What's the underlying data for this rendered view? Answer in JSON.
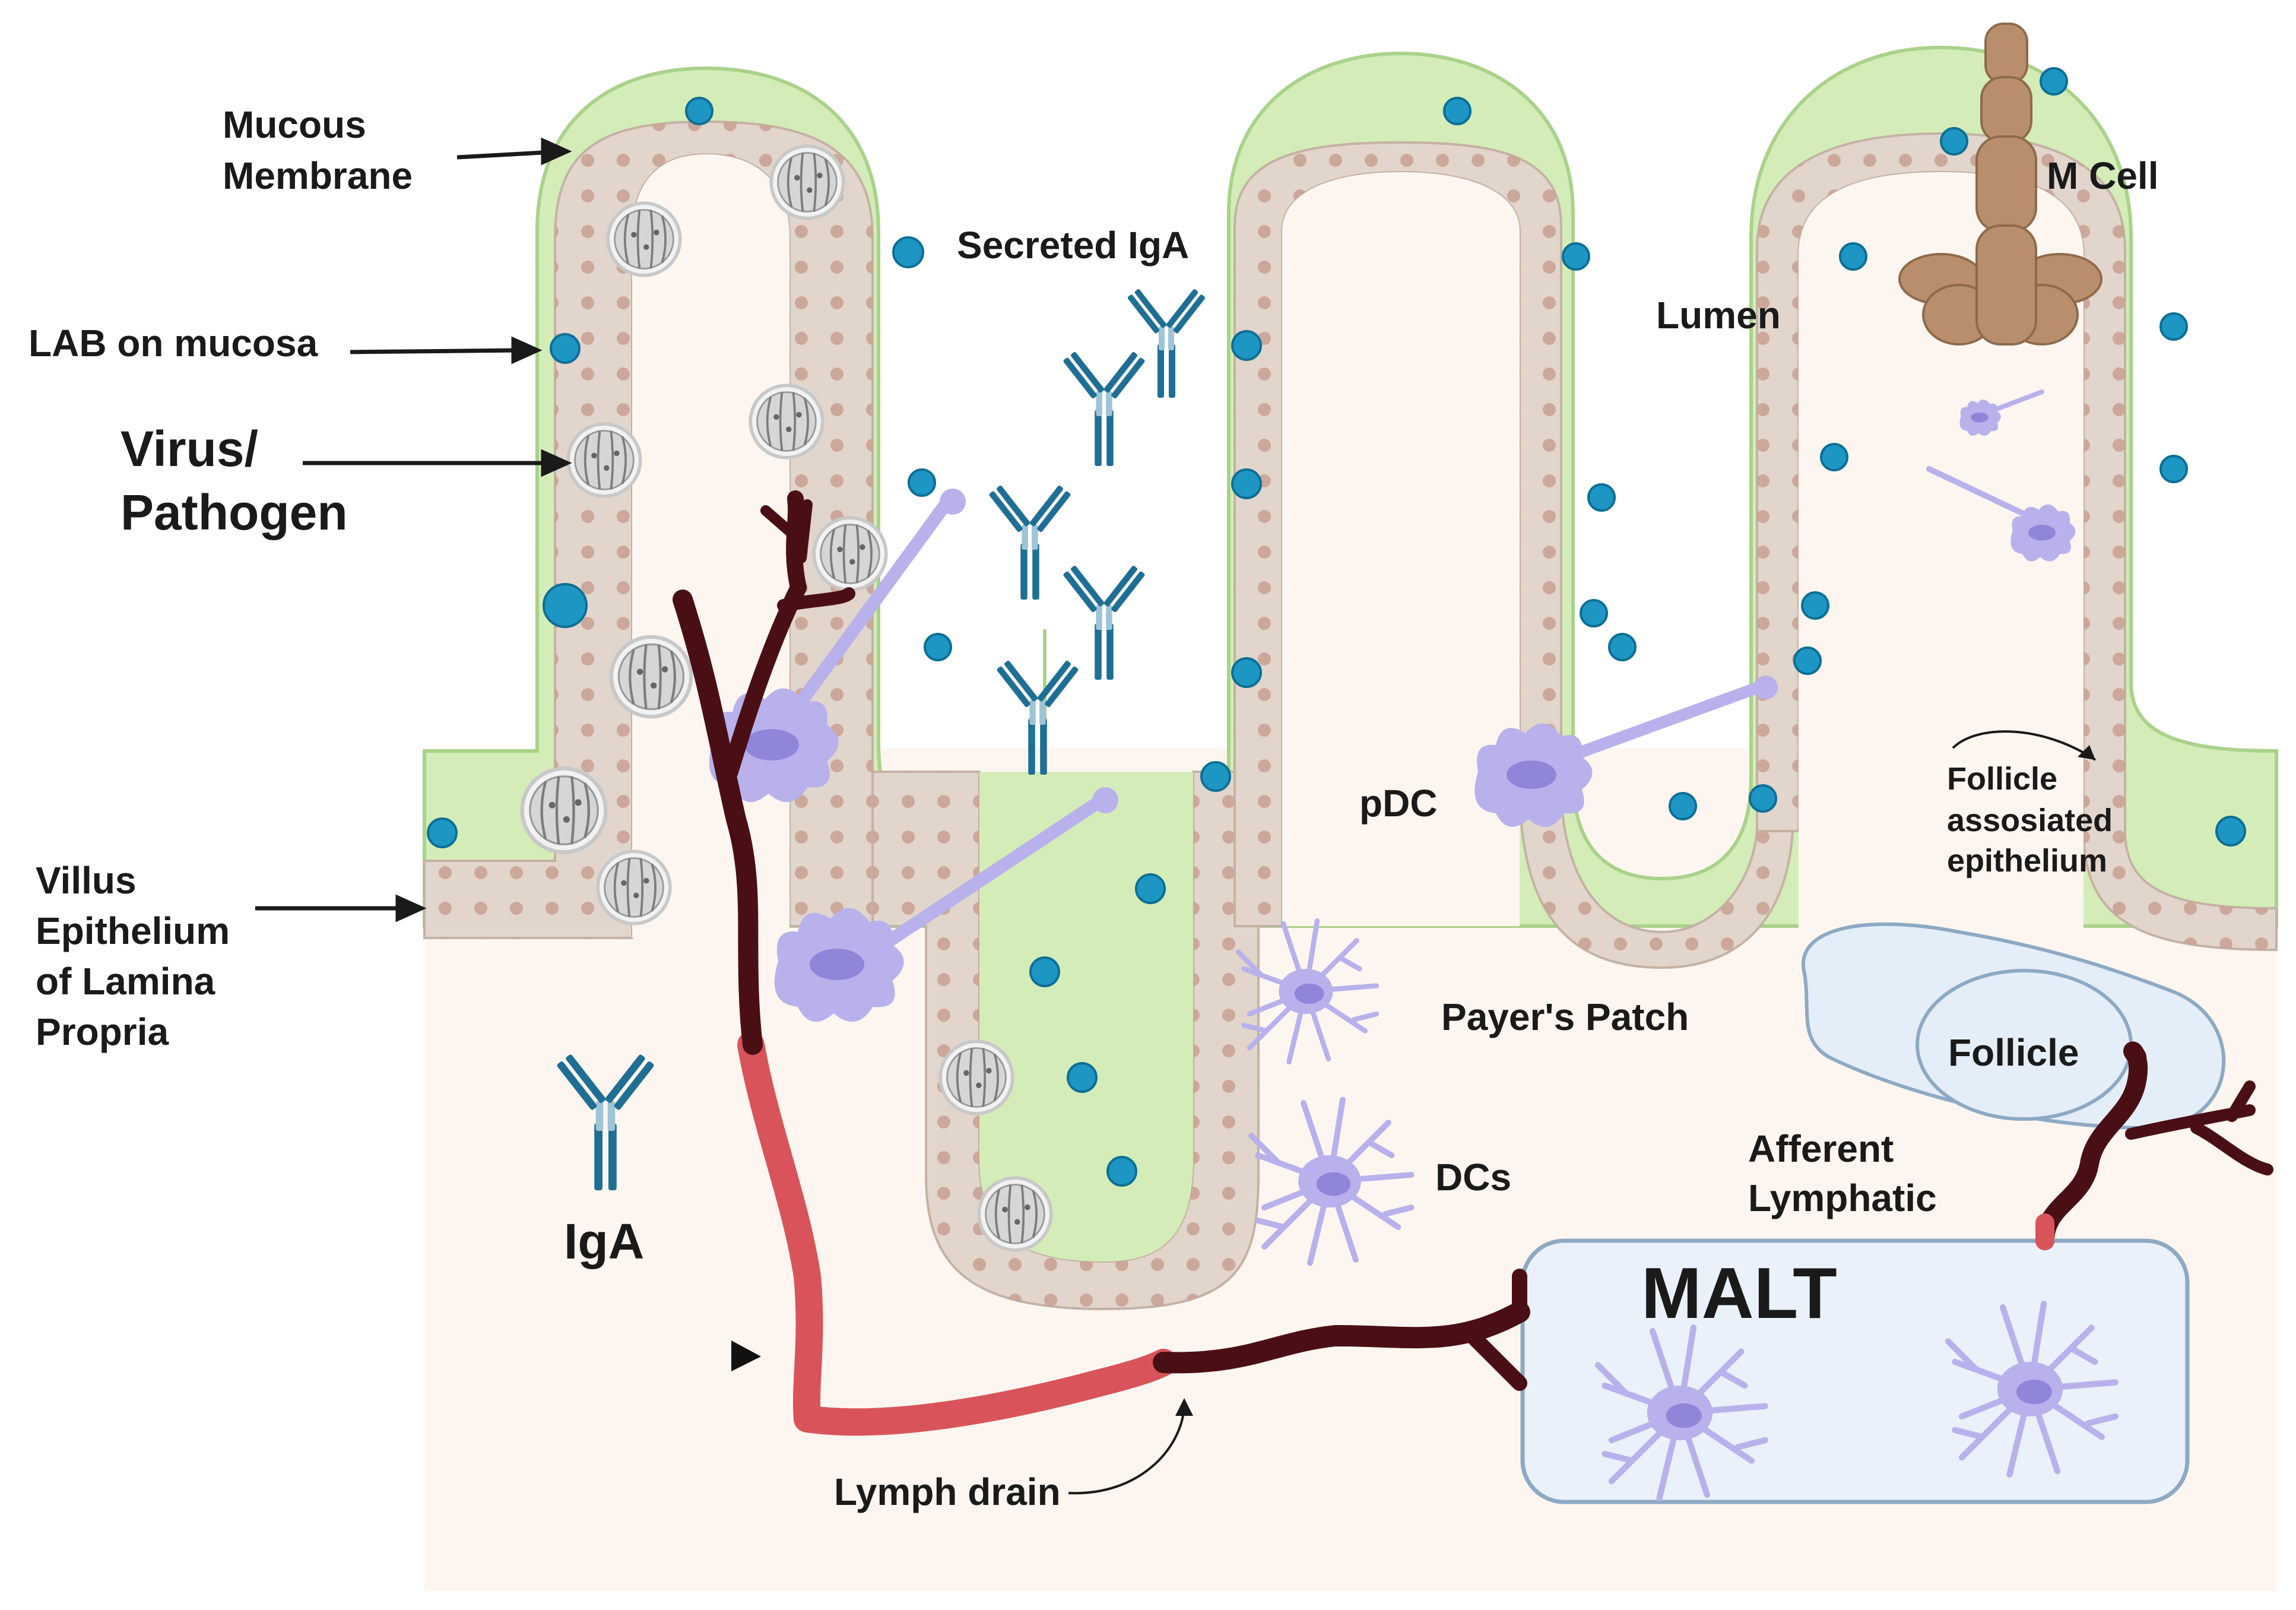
{
  "labels": {
    "mucous_membrane": [
      "Mucous",
      "Membrane"
    ],
    "lab_on_mucosa": "LAB on mucosa",
    "virus_pathogen": [
      "Virus/",
      "Pathogen"
    ],
    "villus_epithelium": [
      "Villus",
      "Epithelium",
      "of Lamina",
      "Propria"
    ],
    "iga": "IgA",
    "secreted_iga": "Secreted IgA",
    "lumen": "Lumen",
    "m_cell": "M Cell",
    "pdc": "pDC",
    "follicle_associated_epithelium": [
      "Follicle",
      "assosiated",
      "epithelium"
    ],
    "payers_patch": "Payer's Patch",
    "follicle": "Follicle",
    "dcs": "DCs",
    "afferent_lymphatic": [
      "Afferent",
      "Lymphatic"
    ],
    "malt": "MALT",
    "lymph_drain": "Lymph drain"
  },
  "colors": {
    "mucus": "#d4edb8",
    "epithelium": "#e2d5cb",
    "nucleus": "#c9a395",
    "lamina_propria": "#fdf6f0",
    "lab_dot": "#1e96c4",
    "antibody": "#1f6f95",
    "dendritic_cell": "#b9b1ec",
    "lymph_vessel": "#d9545a",
    "lymph_vessel_dark": "#4a0f14",
    "malt_box": "#eaf1fa",
    "m_cell": "#b88e6c"
  }
}
